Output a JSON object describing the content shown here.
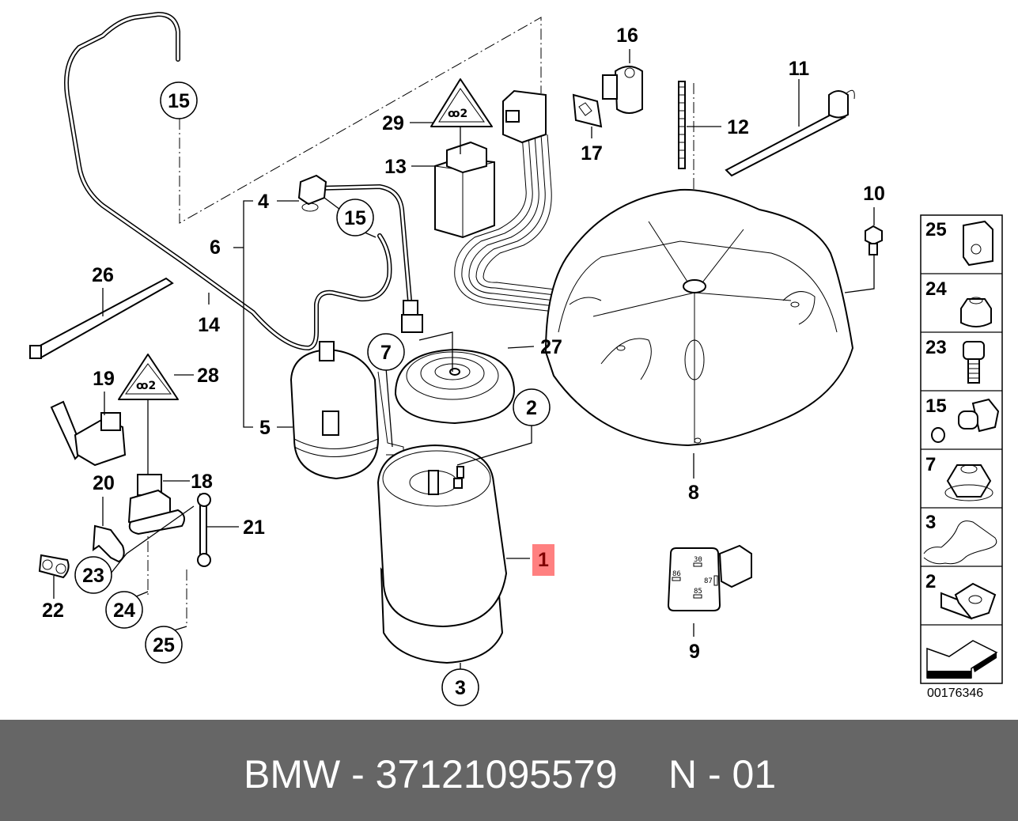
{
  "diagram": {
    "title": "Air suspension / level control components",
    "document_number": "00176346",
    "highlight_color": "#ff8080",
    "highlighted_part": "1",
    "callouts": [
      {
        "id": "1",
        "label": "1",
        "style": "highlight-box"
      },
      {
        "id": "2",
        "label": "2",
        "style": "circle"
      },
      {
        "id": "3",
        "label": "3",
        "style": "circle"
      },
      {
        "id": "4",
        "label": "4",
        "style": "plain"
      },
      {
        "id": "5",
        "label": "5",
        "style": "plain"
      },
      {
        "id": "6",
        "label": "6",
        "style": "plain"
      },
      {
        "id": "7",
        "label": "7",
        "style": "circle"
      },
      {
        "id": "8",
        "label": "8",
        "style": "plain"
      },
      {
        "id": "9",
        "label": "9",
        "style": "plain"
      },
      {
        "id": "10",
        "label": "10",
        "style": "plain"
      },
      {
        "id": "11",
        "label": "11",
        "style": "plain"
      },
      {
        "id": "12",
        "label": "12",
        "style": "plain"
      },
      {
        "id": "13",
        "label": "13",
        "style": "plain"
      },
      {
        "id": "14",
        "label": "14",
        "style": "plain"
      },
      {
        "id": "15a",
        "label": "15",
        "style": "circle"
      },
      {
        "id": "15b",
        "label": "15",
        "style": "circle"
      },
      {
        "id": "16",
        "label": "16",
        "style": "plain"
      },
      {
        "id": "17",
        "label": "17",
        "style": "plain"
      },
      {
        "id": "18",
        "label": "18",
        "style": "plain"
      },
      {
        "id": "19",
        "label": "19",
        "style": "plain"
      },
      {
        "id": "20",
        "label": "20",
        "style": "plain"
      },
      {
        "id": "21",
        "label": "21",
        "style": "plain"
      },
      {
        "id": "22",
        "label": "22",
        "style": "plain"
      },
      {
        "id": "23",
        "label": "23",
        "style": "circle"
      },
      {
        "id": "24",
        "label": "24",
        "style": "circle"
      },
      {
        "id": "25",
        "label": "25",
        "style": "circle"
      },
      {
        "id": "26",
        "label": "26",
        "style": "plain"
      },
      {
        "id": "27",
        "label": "27",
        "style": "plain"
      },
      {
        "id": "28",
        "label": "28",
        "style": "plain"
      },
      {
        "id": "29",
        "label": "29",
        "style": "plain"
      }
    ],
    "relay_pins": [
      "30",
      "86",
      "87",
      "85"
    ],
    "legend": [
      {
        "label": "25",
        "icon": "spring-nut-clip-icon"
      },
      {
        "label": "24",
        "icon": "collar-nut-icon"
      },
      {
        "label": "23",
        "icon": "socket-head-bolt-icon"
      },
      {
        "label": "15",
        "icon": "pipe-fitting-icon"
      },
      {
        "label": "7",
        "icon": "flange-nut-icon"
      },
      {
        "label": "3",
        "icon": "wire-clip-icon"
      },
      {
        "label": "2",
        "icon": "spring-clip-icon"
      },
      {
        "label": "",
        "icon": "direction-arrow-icon"
      }
    ]
  },
  "footer": {
    "brand": "BMW",
    "part_number": "37121095579",
    "reference_text": "BMW - 37121095579",
    "variant_text": "N - 01"
  }
}
